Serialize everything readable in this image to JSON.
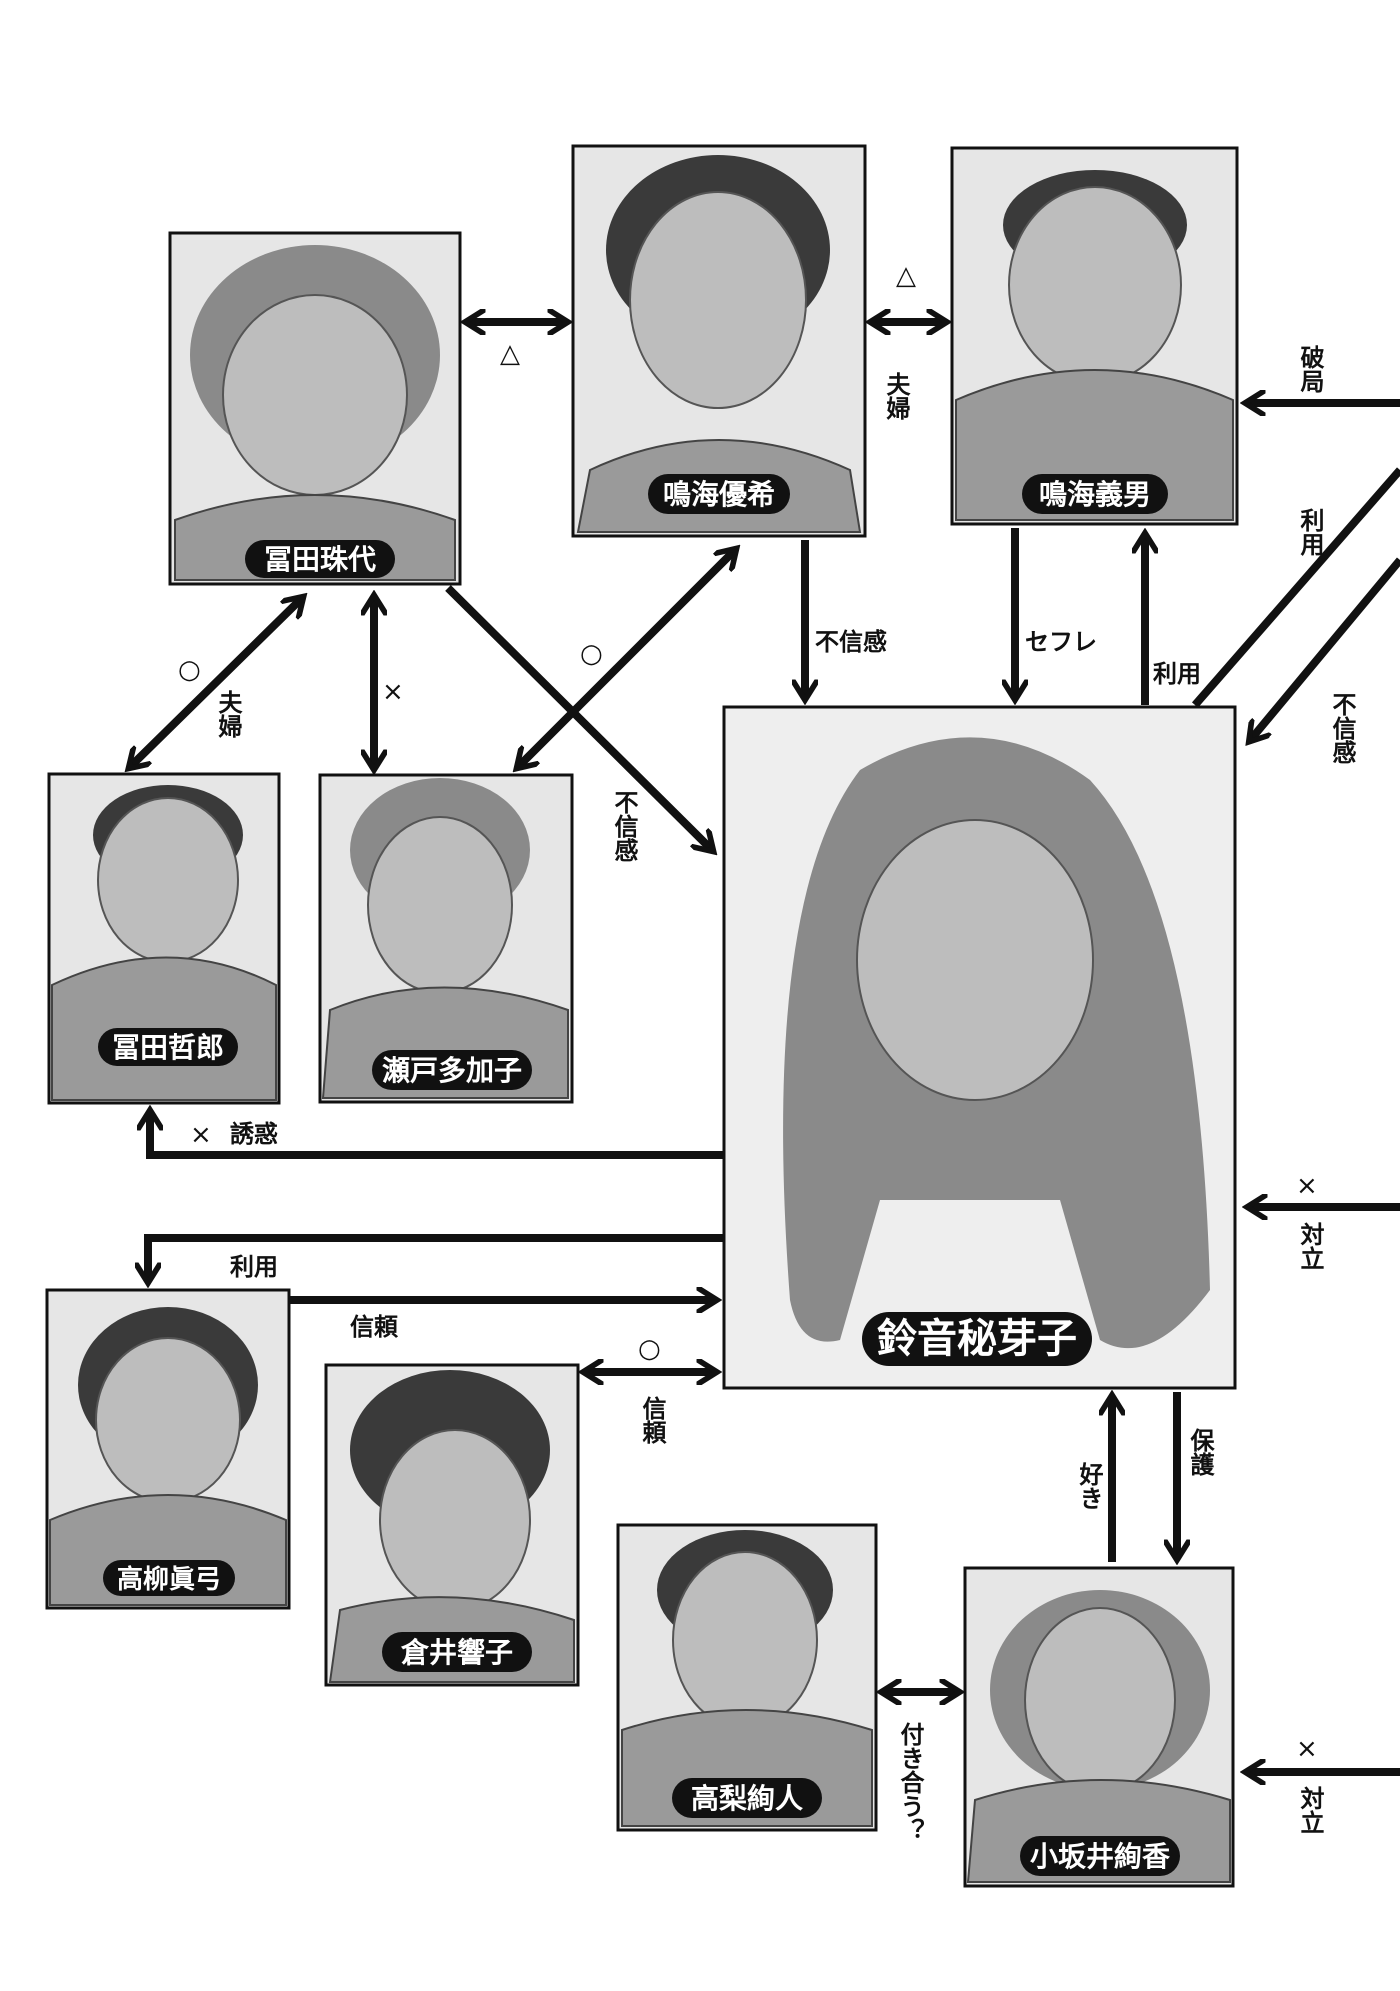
{
  "characters": {
    "tomita_tamayo": "冨田珠代",
    "narumi_yuki": "鳴海優希",
    "narumi_yoshio": "鳴海義男",
    "tomita_tetsuro": "冨田哲郎",
    "seto_takako": "瀬戸多加子",
    "suzune_himeko": "鈴音秘芽子",
    "takayanagi_mayumi": "高柳眞弓",
    "kurai_kyoko": "倉井響子",
    "takanashi_junto": "高梨絢人",
    "kosakai_ayaka": "小坂井絢香"
  },
  "edge_labels": {
    "fuufu": "夫婦",
    "fushinkan": "不信感",
    "sefure": "セフレ",
    "riyou": "利用",
    "hakyoku": "破局",
    "yuuwaku": "誘惑",
    "shinrai": "信頼",
    "tairitsu": "対立",
    "hogo": "保護",
    "suki": "好き",
    "tsukiau": "付き合う？"
  },
  "symbols": {
    "triangle": "△",
    "circle": "○",
    "cross": "×"
  },
  "colors": {
    "ink": "#111111",
    "paper": "#ffffff",
    "name_pill": "#111111",
    "name_text": "#ffffff"
  }
}
